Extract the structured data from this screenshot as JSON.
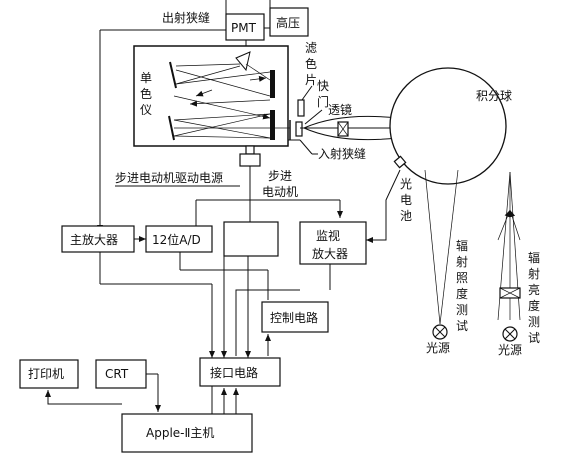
{
  "labels": {
    "exit_slit": "出射狭缝",
    "pmt": "PMT",
    "high_voltage": "高压",
    "filter": [
      "滤",
      "色",
      "片"
    ],
    "shutter": [
      "快",
      "门"
    ],
    "lens": "透镜",
    "integrating_sphere": "积分球",
    "monochromator": [
      "单",
      "色",
      "仪"
    ],
    "entrance_slit": "入射狭缝",
    "stepper_driver_power": "步进电动机驱动电源",
    "stepper_motor": [
      "步进",
      "电动机"
    ],
    "photocell": [
      "光",
      "电",
      "池"
    ],
    "main_amp": "主放大器",
    "adc": "12位A/D",
    "monitor_amp": [
      "监视",
      "放大器"
    ],
    "irradiance_test": [
      "辐",
      "射",
      "照",
      "度",
      "测",
      "试"
    ],
    "radiance_test": [
      "辐",
      "射",
      "亮",
      "度",
      "测",
      "试"
    ],
    "control_circuit": "控制电路",
    "light_source_1": "光源",
    "light_source_2": "光源",
    "printer": "打印机",
    "crt": "CRT",
    "interface": "接口电路",
    "host": "Apple-Ⅱ主机"
  }
}
